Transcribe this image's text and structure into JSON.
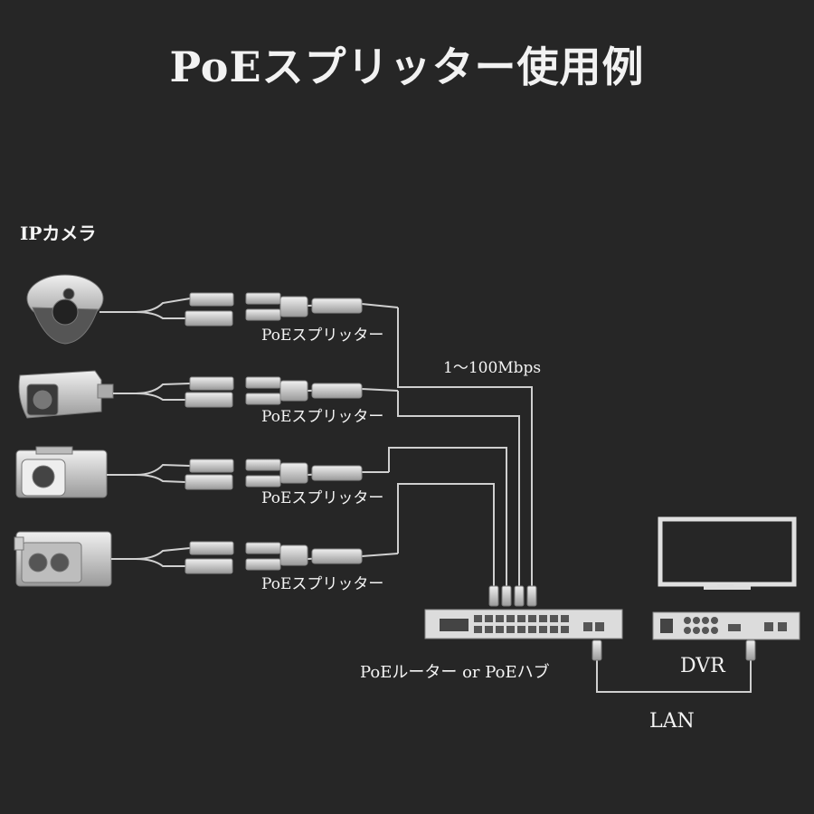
{
  "title": "PoEスプリッター使用例",
  "camera_label": "IPカメラ",
  "speed_label": "1～100Mbps",
  "splitter_labels": [
    "PoEスプリッター",
    "PoEスプリッター",
    "PoEスプリッター",
    "PoEスプリッター"
  ],
  "hub_label": "PoEルーター or PoEハブ",
  "dvr_label": "DVR",
  "lan_label": "LAN",
  "colors": {
    "background": "#262626",
    "line": "#cfcfcf",
    "device": "#d9d9d9"
  },
  "icons": [
    "dome-camera-icon",
    "bullet-camera-icon",
    "box-camera-icon",
    "bullet-camera-large-icon",
    "poe-hub-icon",
    "dvr-icon",
    "monitor-icon",
    "rj45-plug-icon"
  ]
}
